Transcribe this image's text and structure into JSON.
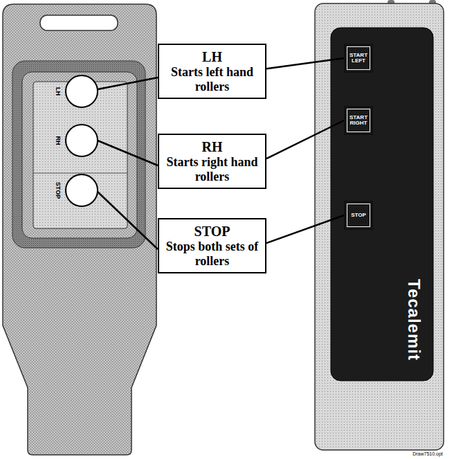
{
  "diagram": {
    "nodes": [
      {
        "text": [
          "LH",
          "Starts left hand rollers"
        ]
      },
      {
        "text": [
          "RH",
          "Starts right hand rollers"
        ]
      },
      {
        "text": [
          "STOP",
          "Stops both sets of rollers"
        ]
      },
      {
        "text": [
          "START LEFT"
        ]
      },
      {
        "text": [
          "START RIGHT"
        ]
      },
      {
        "text": [
          "STOP"
        ]
      }
    ],
    "edges": [
      {
        "from": 0,
        "to": 3,
        "arrow": "none"
      },
      {
        "from": 1,
        "to": 4,
        "arrow": "none"
      },
      {
        "from": 2,
        "to": 5,
        "arrow": "none"
      }
    ],
    "labels": [
      "LH",
      "RH",
      "STOP",
      "Tecalemit",
      "Draw7510.opt"
    ]
  }
}
